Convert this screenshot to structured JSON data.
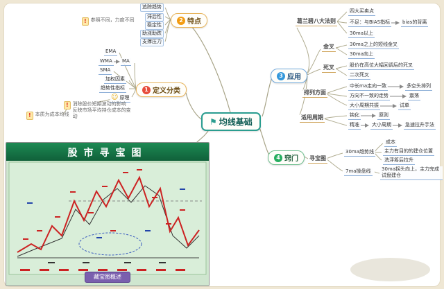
{
  "central": {
    "label": "均线基础"
  },
  "features": {
    "num": "2",
    "label": "特点",
    "note": "参照不同，力度不同",
    "items": [
      "追踪趋势",
      "滞后性",
      "稳定性",
      "助涨助跌",
      "支撑压力"
    ]
  },
  "definition": {
    "num": "1",
    "label": "定义分类",
    "ema": "EMA",
    "wma": "WMA",
    "ma": "MA",
    "sma": "SMA",
    "factor": "加权因素",
    "indicator": "趋势性指标",
    "principle": "原理",
    "principle_note_1": "消除股价短期波动的影响",
    "principle_note_2": "反映市场平均持仓成本的变动",
    "essence_note": "本质为成本均线"
  },
  "application": {
    "num": "3",
    "label": "应用",
    "granville": {
      "label": "葛兰碧八大法则",
      "leaf_1": "四大买卖点",
      "leaf_2": "不足：与BIAS指标",
      "leaf_2b": "bias的背离",
      "leaf_3": "30ma以上"
    },
    "golden": {
      "label": "金叉",
      "leaf_1": "30ma之上的短线金叉",
      "leaf_2": "30ma向上"
    },
    "death": {
      "label": "死叉",
      "leaf_1": "股价在高位大幅回调后的死叉",
      "leaf_2": "二次死叉"
    },
    "arrange": {
      "label": "排列方面",
      "leaf_1": "中长ma走向一致",
      "leaf_1b": "多空头排列",
      "leaf_2": "方向不一致的走势",
      "leaf_2b": "震荡",
      "leaf_3": "大小周期共振",
      "leaf_3b": "试单"
    },
    "period": {
      "label": "适用周期",
      "leaf_1": "钝化",
      "leaf_1b": "原则",
      "leaf_2": "精准",
      "leaf_2b": "大小周期",
      "leaf_2c": "急速拉升手法"
    }
  },
  "tips": {
    "num": "4",
    "label": "窍门",
    "map_ref": "寻宝图",
    "line30": {
      "label": "30ma趋势线",
      "leaf_1": "成本",
      "leaf_2": "主力有目的的建仓位置",
      "leaf_3": "洗浮筹后拉升"
    },
    "line7": {
      "label": "7ma操盘线",
      "leaf_1": "30ma拐头向上，主力完成试盘建仓"
    }
  },
  "treasure_map": {
    "title": "股市寻宝图",
    "caption": "藏宝图概述"
  }
}
